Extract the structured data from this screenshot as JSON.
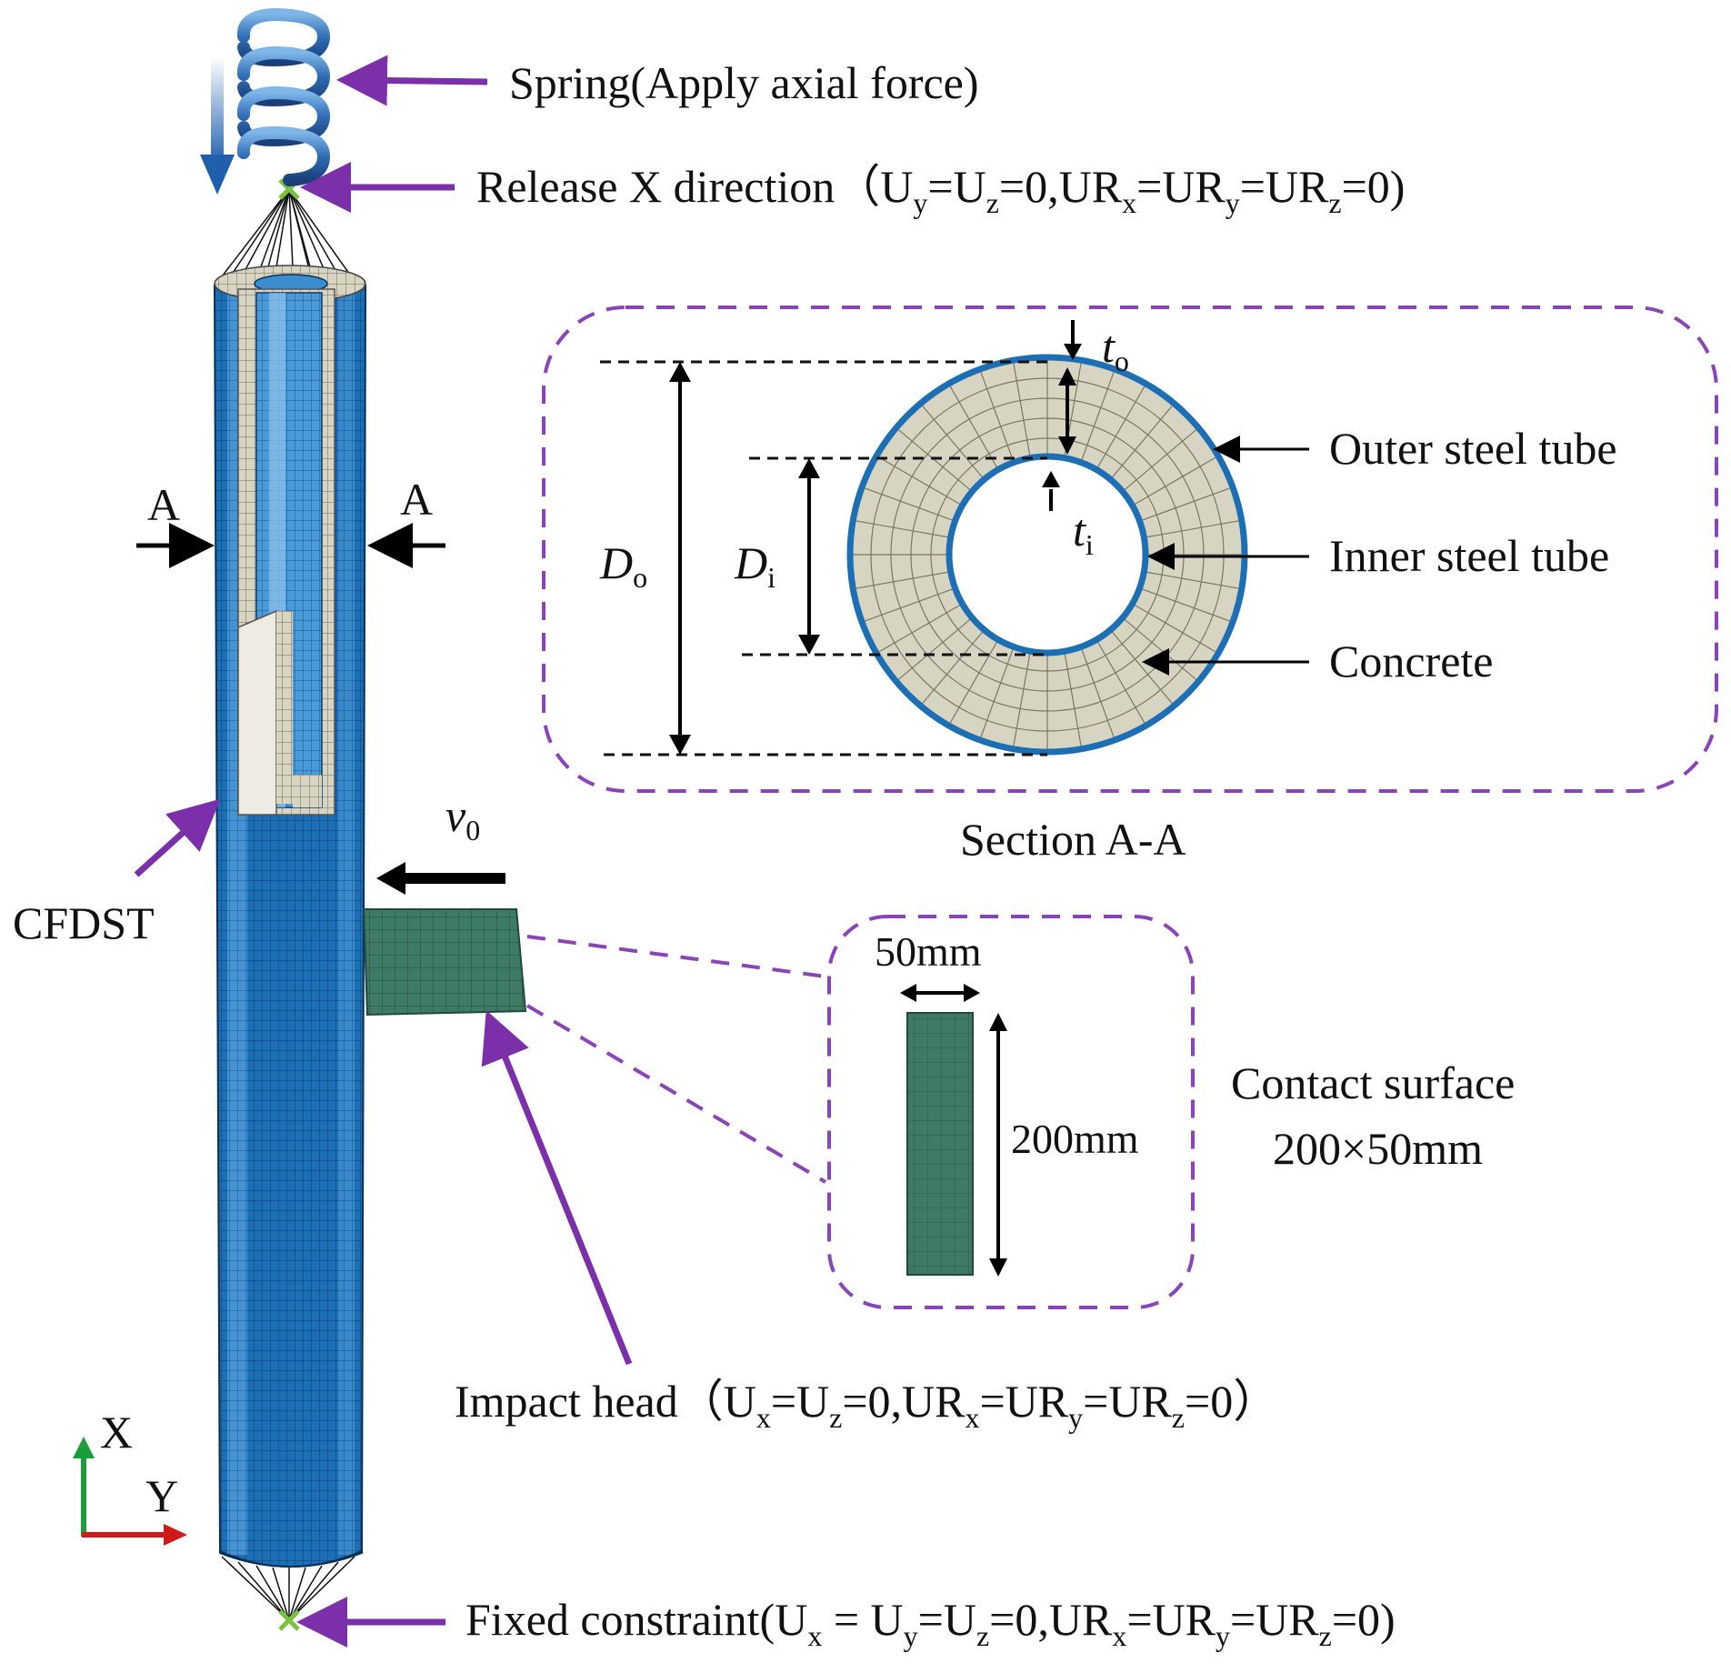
{
  "labels": {
    "spring": "Spring(Apply axial force)",
    "release_main": "Release X direction（U",
    "release_bc": [
      {
        "sub": "y",
        "next": "=U"
      },
      {
        "sub": "z",
        "next": "=0,UR"
      },
      {
        "sub": "x",
        "next": "=UR"
      },
      {
        "sub": "y",
        "next": "=UR"
      },
      {
        "sub": "z",
        "next": "=0)"
      }
    ],
    "cfdst": "CFDST",
    "section_a_left": "A",
    "section_a_right": "A",
    "t_o": "t",
    "t_o_sub": "o",
    "t_i": "t",
    "t_i_sub": "i",
    "d_o": "D",
    "d_o_sub": "o",
    "d_i": "D",
    "d_i_sub": "i",
    "outer_tube": "Outer steel tube",
    "inner_tube": "Inner steel tube",
    "concrete": "Concrete",
    "section_title": "Section A-A",
    "v0": "v",
    "v0_sub": "0",
    "dim_50": "50mm",
    "dim_200": "200mm",
    "contact_line1": "Contact surface",
    "contact_line2": "200×50mm",
    "impact_main": "Impact head（U",
    "impact_bc": [
      {
        "sub": "x",
        "next": "=U"
      },
      {
        "sub": "z",
        "next": "=0,UR"
      },
      {
        "sub": "x",
        "next": "=UR"
      },
      {
        "sub": "y",
        "next": "=UR"
      },
      {
        "sub": "z",
        "next": "=0）"
      }
    ],
    "fixed_main": "Fixed constraint(U",
    "fixed_bc": [
      {
        "sub": "x",
        "next": " = U"
      },
      {
        "sub": "y",
        "next": "=U"
      },
      {
        "sub": "z",
        "next": "=0,UR"
      },
      {
        "sub": "x",
        "next": "=UR"
      },
      {
        "sub": "y",
        "next": "=UR"
      },
      {
        "sub": "z",
        "next": "=0)"
      }
    ],
    "axis_x": "X",
    "axis_y": "Y"
  },
  "colors": {
    "column_blue": "#1d6fb5",
    "column_dark": "#0f4a80",
    "concrete": "#d8d4c2",
    "impact_green": "#3f7a66",
    "leader_purple": "#7b2fa8",
    "dash_purple": "#8a44b8",
    "axis_x_green": "#1a9e3a",
    "axis_y_red": "#d21919",
    "node_green": "#7ac142"
  }
}
